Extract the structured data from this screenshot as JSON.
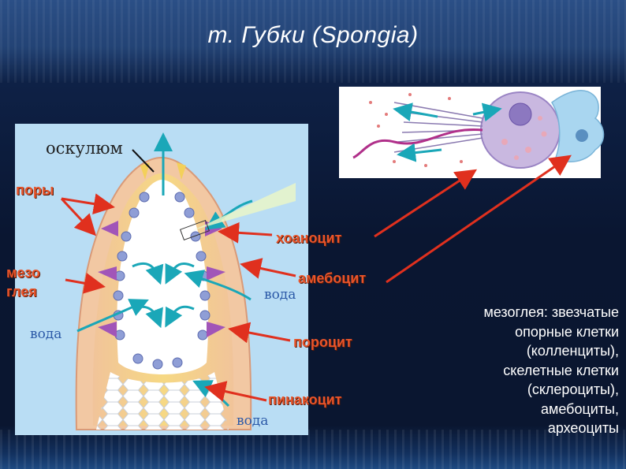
{
  "slide": {
    "title": "т. Губки (Spongia)"
  },
  "labels": {
    "osculum": "оскулюм",
    "pores": "поры",
    "mesoglea": [
      "мезо",
      "глея"
    ],
    "choanocyte": "хоаноцит",
    "amoebocyte": "амебоцит",
    "porocyte": "пороцит",
    "pinacocyte": "пинакоцит",
    "water_right": "вода",
    "water_left": "вода",
    "water_bottom": "вода"
  },
  "description": {
    "lines": [
      "мезоглея: звезчатые",
      "опорные клетки",
      "(колленциты),",
      "скелетные клетки",
      "(склероциты),",
      "амебоциты,",
      "археоциты"
    ]
  },
  "colors": {
    "label_orange": "#e8542a",
    "arrow_red": "#e0301e",
    "water_arrow": "#1aa7b8",
    "flow_arrow": "#2aa0c8"
  }
}
